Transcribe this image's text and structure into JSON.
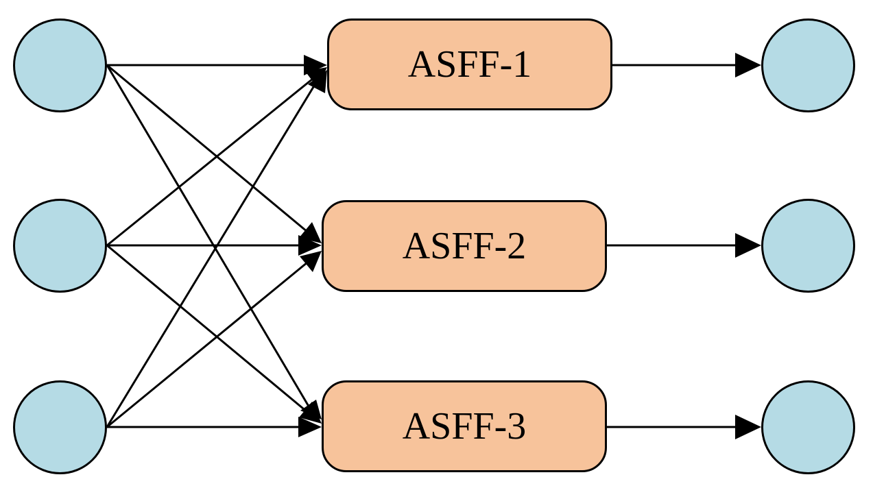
{
  "colors": {
    "input_node_fill": "#b5dbe5",
    "output_node_fill": "#b5dbe5",
    "asff_fill": "#f7c39b",
    "stroke": "#000000"
  },
  "asff_blocks": [
    {
      "label": "ASFF-1"
    },
    {
      "label": "ASFF-2"
    },
    {
      "label": "ASFF-3"
    }
  ]
}
